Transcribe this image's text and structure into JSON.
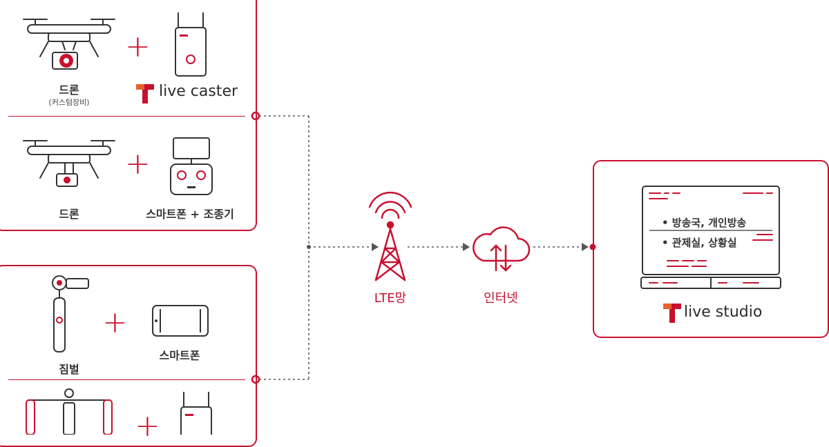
{
  "colors": {
    "accent": "#c8102e",
    "dark": "#3a3a3a",
    "line": "#555555"
  },
  "group1": {
    "row1": {
      "device_label": "드론",
      "device_sub": "(커스텀장비)",
      "partner_brand": "live caster"
    },
    "row2": {
      "device_label": "드론",
      "partner_label": "스마트폰 + 조종기"
    }
  },
  "group2": {
    "row1": {
      "device_label": "짐벌",
      "partner_label": "스마트폰"
    }
  },
  "network": {
    "tower_label": "LTE망",
    "cloud_label": "인터넷"
  },
  "studio": {
    "screen_items": [
      "• 방송국, 개인방송",
      "• 관제실, 상황실"
    ],
    "brand": "live studio"
  },
  "icons": [
    "drone-camera-icon",
    "lte-router-icon",
    "tmap-logo-icon",
    "drone-icon",
    "smartphone-controller-icon",
    "gimbal-icon",
    "smartphone-icon",
    "handheld-gimbal-icon",
    "lte-tower-icon",
    "cloud-icon",
    "monitor-icon"
  ]
}
